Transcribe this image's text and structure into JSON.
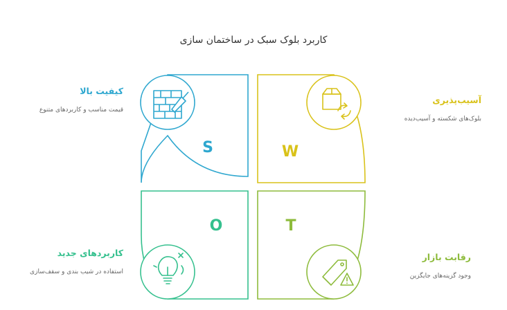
{
  "title": "کاربرد بلوک سبک در ساختمان سازی",
  "colors": {
    "S": "#2ea7cf",
    "W": "#d9c21a",
    "O": "#35c08e",
    "T": "#8dbb3b"
  },
  "quadrants": {
    "S": {
      "letter": "S",
      "heading": "کیفیت بالا",
      "description": "قیمت مناسب و کاربردهای متنوع",
      "icon": "brick-wall-trowel-icon"
    },
    "W": {
      "letter": "W",
      "heading": "آسیب‌پذیری",
      "description": "بلوک‌های شکسته و آسیب‌دیده",
      "icon": "box-recycle-icon"
    },
    "O": {
      "letter": "O",
      "heading": "کاربردهای جدید",
      "description": "استفاده در شیب بندی و سقف‌سازی",
      "icon": "lightbulb-idea-icon"
    },
    "T": {
      "letter": "T",
      "heading": "رقابت بازار",
      "description": "وجود گزینه‌های جایگزین",
      "icon": "price-tag-warning-icon"
    }
  }
}
